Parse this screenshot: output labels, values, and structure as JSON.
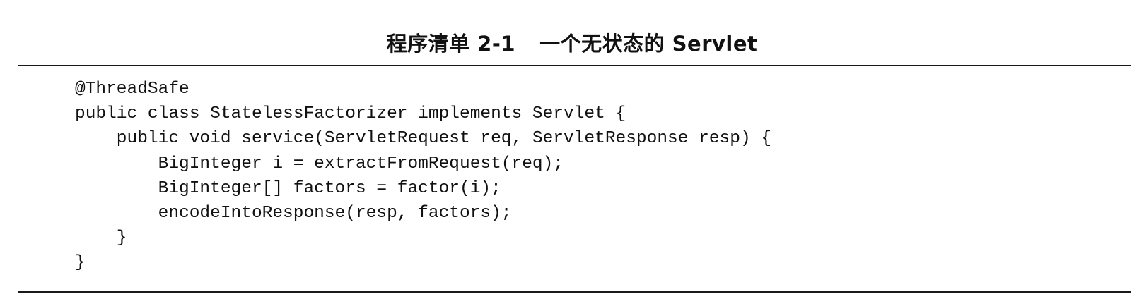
{
  "listing": {
    "label": "程序清单 2-1",
    "caption": "一个无状态的 Servlet"
  },
  "code": {
    "lines": [
      "@ThreadSafe",
      "public class StatelessFactorizer implements Servlet {",
      "    public void service(ServletRequest req, ServletResponse resp) {",
      "        BigInteger i = extractFromRequest(req);",
      "        BigInteger[] factors = factor(i);",
      "        encodeIntoResponse(resp, factors);",
      "    }",
      "}"
    ]
  }
}
